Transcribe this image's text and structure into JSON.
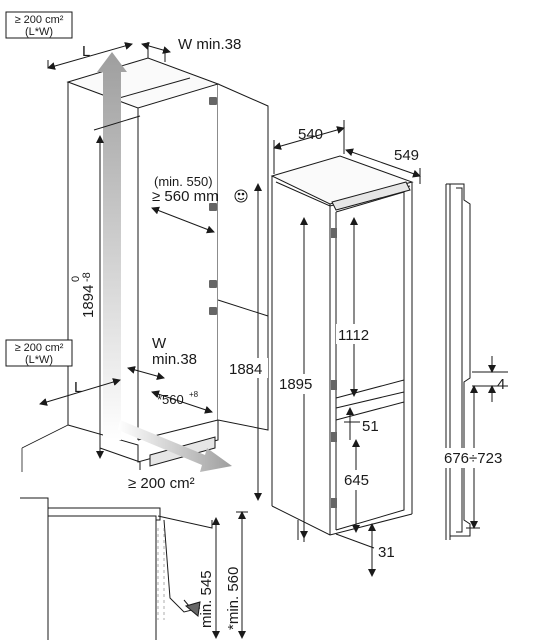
{
  "labels": {
    "vent_top_l1": "≥ 200 cm²",
    "vent_top_l2": "(L*W)",
    "depth_L_top": "L",
    "w_min_top": "W min.38",
    "height_1894": "1894",
    "height_1894_tol_top": "0",
    "height_1894_tol_bot": "-8",
    "min_550": "(min. 550)",
    "ge_560_mm": "≥ 560 mm",
    "vent_bot_l1": "≥ 200 cm²",
    "vent_bot_l2": "(L*W)",
    "depth_L_bot": "L",
    "w_label": "W",
    "min_38": "min.38",
    "depth_560": "*560",
    "depth_560_tol": "+8",
    "vent_floor": "≥ 200 cm²",
    "width_540": "540",
    "depth_549": "549",
    "height_1112": "1112",
    "height_1884": "1884",
    "height_1895": "1895",
    "gap_51": "51",
    "height_645": "645",
    "gap_31": "31",
    "door_4": "4",
    "door_676_723": "676÷723",
    "min_545": "min. 545",
    "min_560": "*min. 560"
  },
  "colors": {
    "line": "#1a1a1a",
    "arrow_fill": "#bdbdbd",
    "arrow_fill_light": "#d9d9d9",
    "cabinet_shade": "#f3f3f3"
  },
  "icons": [
    "smiley-icon",
    "hinge-icon"
  ]
}
